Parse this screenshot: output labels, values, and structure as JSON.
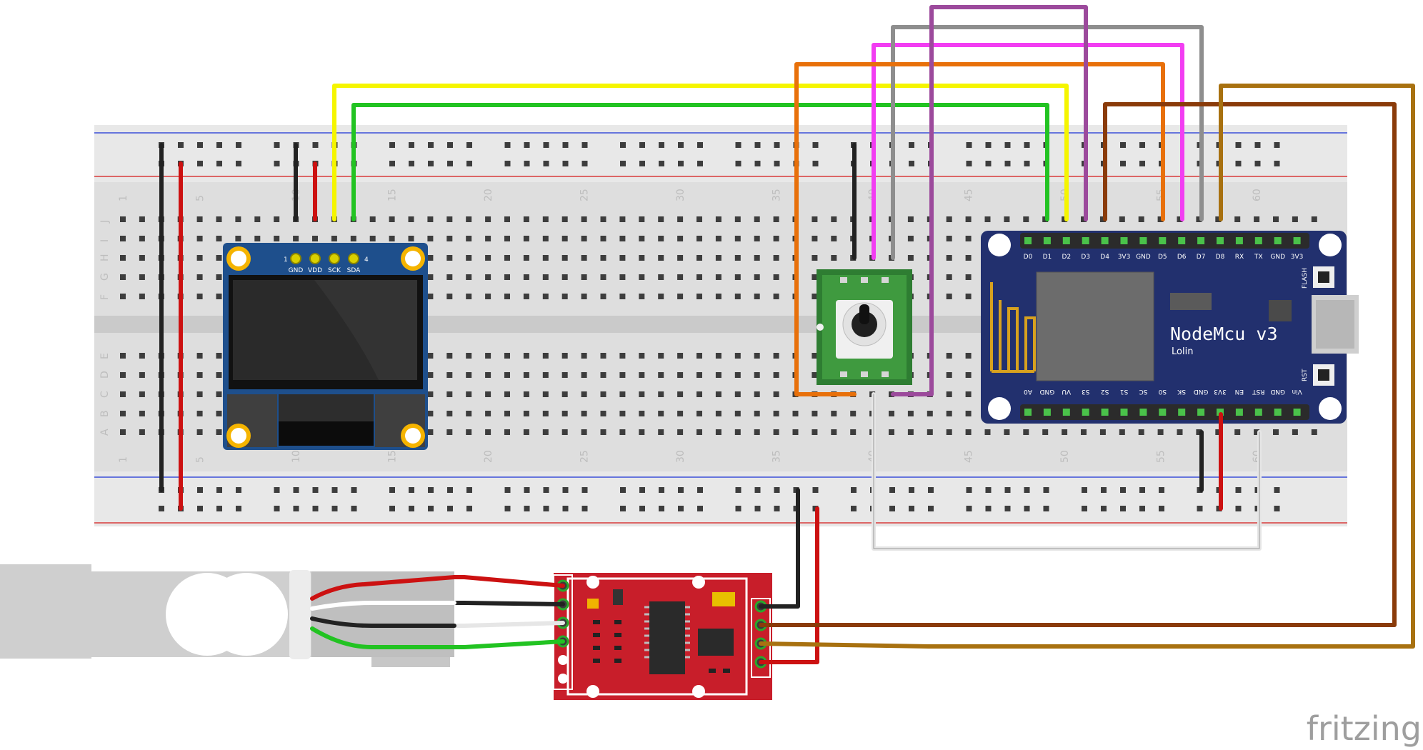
{
  "breadboard": {
    "column_labels": [
      "1",
      "5",
      "10",
      "15",
      "20",
      "25",
      "30",
      "35",
      "40",
      "45",
      "50",
      "55",
      "60"
    ],
    "row_labels_top": [
      "J",
      "I",
      "H",
      "G",
      "F"
    ],
    "row_labels_bottom": [
      "E",
      "D",
      "C",
      "B",
      "A"
    ]
  },
  "oled": {
    "pin_numbers": [
      "1",
      "4"
    ],
    "pin_labels": [
      "GND",
      "VDD",
      "SCK",
      "SDA"
    ]
  },
  "nodemcu": {
    "title": "NodeMcu v3",
    "subtitle": "Lolin",
    "button_flash": "FLASH",
    "button_rst": "RST",
    "top_pins": [
      "D0",
      "D1",
      "D2",
      "D3",
      "D4",
      "3V3",
      "GND",
      "D5",
      "D6",
      "D7",
      "D8",
      "RX",
      "TX",
      "GND",
      "3V3"
    ],
    "bottom_pins": [
      "A0",
      "GND",
      "VU",
      "S3",
      "S2",
      "S1",
      "SC",
      "S0",
      "SK",
      "GND",
      "3V3",
      "EN",
      "RST",
      "GND",
      "Vin"
    ]
  },
  "brand": {
    "logo": "fritzing"
  },
  "colors": {
    "wire_black": "#222222",
    "wire_red": "#cc1111",
    "wire_yellow": "#f5f500",
    "wire_green": "#22c322",
    "wire_orange": "#e8700a",
    "wire_pink": "#f23df2",
    "wire_gray": "#8e8e8e",
    "wire_purple": "#9c4a9c",
    "wire_brown": "#8a3b0a",
    "wire_olive": "#a87110",
    "wire_white": "#e6e6e6",
    "nodemcu_board": "#22306e",
    "hx711_board": "#c81e2a",
    "encoder_board": "#2e7d32",
    "oled_board": "#1e4f8c"
  }
}
